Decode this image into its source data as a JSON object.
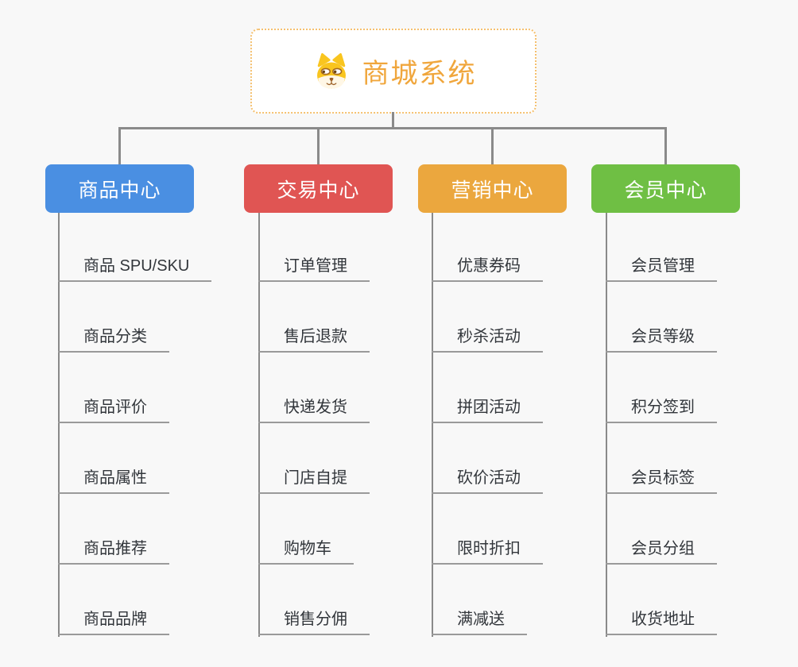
{
  "root": {
    "label": "商城系统",
    "icon": "dog-face-icon",
    "text_color": "#f0a63c",
    "border_color": "#f5c06e"
  },
  "branches": [
    {
      "label": "商品中心",
      "color": "#4a8fe2",
      "children": [
        "商品 SPU/SKU",
        "商品分类",
        "商品评价",
        "商品属性",
        "商品推荐",
        "商品品牌"
      ]
    },
    {
      "label": "交易中心",
      "color": "#e05553",
      "children": [
        "订单管理",
        "售后退款",
        "快递发货",
        "门店自提",
        "购物车",
        "销售分佣"
      ]
    },
    {
      "label": "营销中心",
      "color": "#eba73e",
      "children": [
        "优惠券码",
        "秒杀活动",
        "拼团活动",
        "砍价活动",
        "限时折扣",
        "满减送"
      ]
    },
    {
      "label": "会员中心",
      "color": "#6fbf44",
      "children": [
        "会员管理",
        "会员等级",
        "积分签到",
        "会员标签",
        "会员分组",
        "收货地址"
      ]
    }
  ],
  "colors": {
    "background": "#f8f8f8",
    "connector": "#8a8a8a",
    "leaf_underline": "#9a9a9a",
    "leaf_text": "#32363b",
    "branch_text": "#ffffff"
  }
}
